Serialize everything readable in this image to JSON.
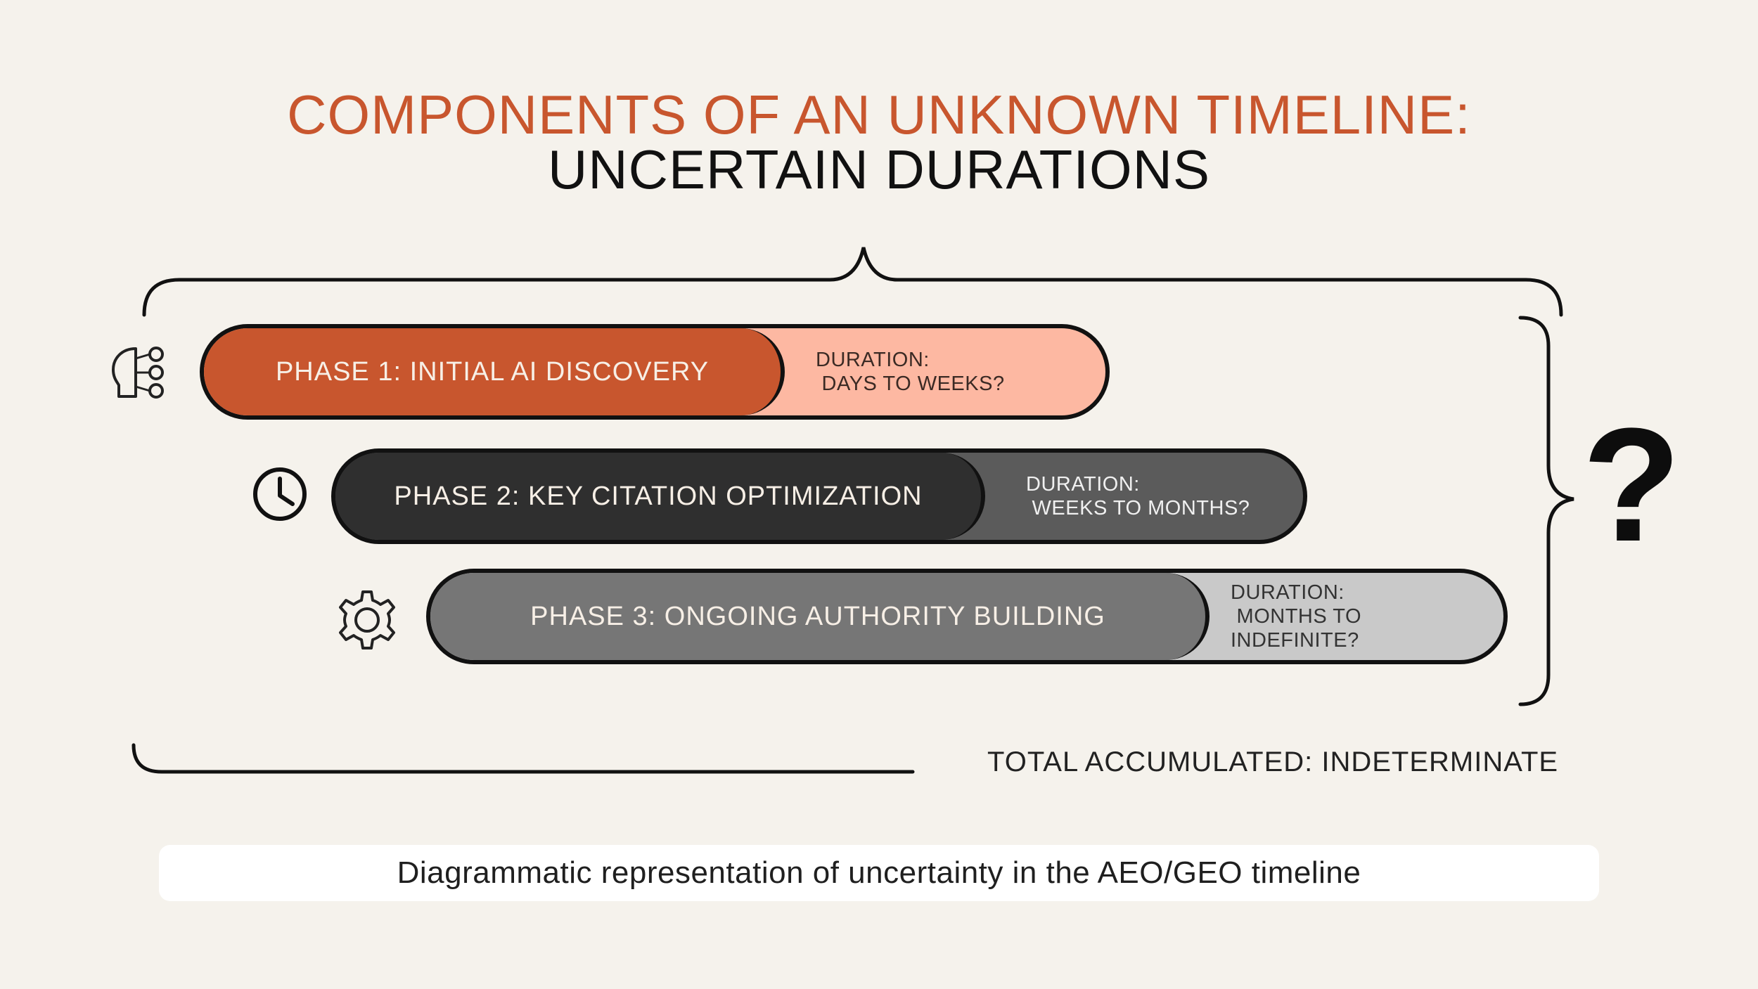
{
  "title": {
    "line1": "COMPONENTS OF AN UNKNOWN TIMELINE:",
    "line2": "UNCERTAIN DURATIONS"
  },
  "phases": [
    {
      "label": "PHASE 1: INITIAL AI DISCOVERY",
      "duration": "DURATION:\n DAYS TO WEEKS?",
      "icon": "head-network-icon",
      "color": "#c8562e",
      "duration_color": "#fdb8a2"
    },
    {
      "label": "PHASE 2: KEY CITATION OPTIMIZATION",
      "duration": "DURATION:\n WEEKS TO MONTHS?",
      "icon": "clock-icon",
      "color": "#2f2f2f",
      "duration_color": "#5b5b5b"
    },
    {
      "label": "PHASE 3: ONGOING AUTHORITY BUILDING",
      "duration": "DURATION:\n MONTHS TO\nINDEFINITE?",
      "icon": "gear-icon",
      "color": "#767676",
      "duration_color": "#c9c9c9"
    }
  ],
  "question_mark": "?",
  "total": "TOTAL ACCUMULATED: INDETERMINATE",
  "caption": "Diagrammatic representation of uncertainty in the AEO/GEO timeline"
}
